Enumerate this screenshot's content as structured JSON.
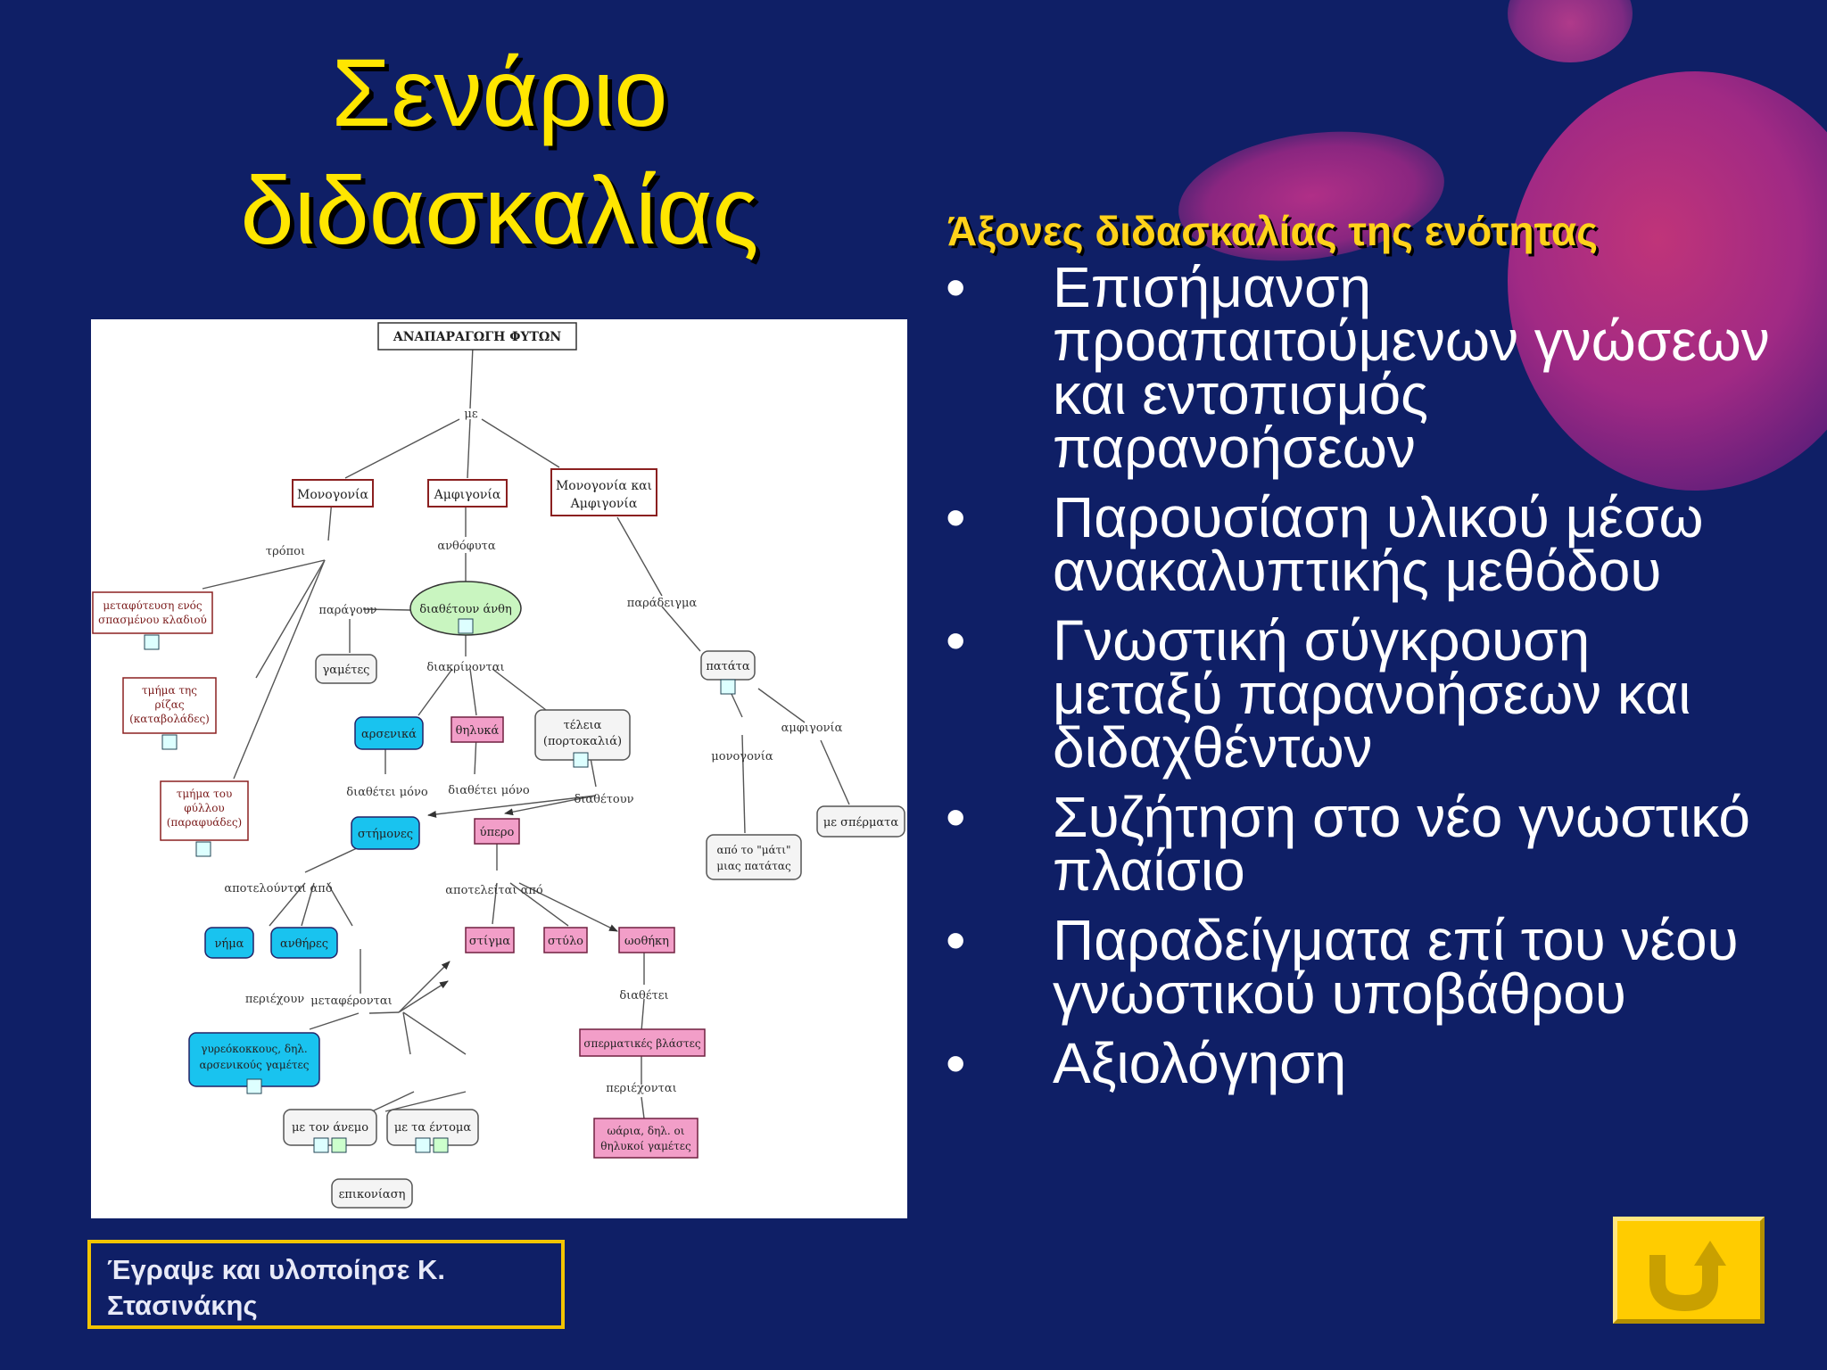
{
  "slide": {
    "title_line1": "Σενάριο",
    "title_line2": "διδασκαλίας",
    "subtitle": "Άξονες διδασκαλίας της ενότητας",
    "bullets": [
      "Επισήμανση προαπαιτούμενων γνώσεων και εντοπισμός παρανοήσεων",
      "Παρουσίαση υλικού μέσω ανακαλυπτικής μεθόδου",
      "Γνωστική σύγκρουση μεταξύ παρανοήσεων και διδαχθέντων",
      "Συζήτηση στο νέο γνωστικό πλαίσιο",
      "Παραδείγματα επί του νέου γνωστικού υποβάθρου",
      "Αξιολόγηση"
    ],
    "author_line1": "Έγραψε και υλοποίησε Κ.",
    "author_line2": "Στασινάκης",
    "bullet_glyph": "•",
    "home_icon": "u-turn-arrow-icon",
    "colors": {
      "background": "#0f1f66",
      "title": "#ffe600",
      "subtitle": "#ffd21a",
      "button": "#ffcc00"
    }
  },
  "concept_map": {
    "root": "ΑΝΑΠΑΡΑΓΩΓΗ ΦΥΤΩΝ",
    "nodes": {
      "monogonia": "Μονογονία",
      "amfigonia": "Αμφιγονία",
      "mono_amfi": [
        "Μονογονία και",
        "Αμφιγονία"
      ],
      "metafyteusi": [
        "μεταφύτευση ενός",
        "σπασμένου κλαδιού"
      ],
      "tmima_rizas": [
        "τμήμα της",
        "ρίζας",
        "(καταβολάδες)"
      ],
      "tmima_fyllou": [
        "τμήμα του",
        "φύλλου",
        "(παραφυάδες)"
      ],
      "anthi": "διαθέτουν άνθη",
      "gametes": "γαμέτες",
      "arsenika": "αρσενικά",
      "thylika": "θηλυκά",
      "teleia": [
        "τέλεια",
        "(πορτοκαλιά)"
      ],
      "stimones": "στήμονες",
      "ypero": "ύπερο",
      "nima": "νήμα",
      "anthires": "ανθήρες",
      "stigma": "στίγμα",
      "stylo": "στύλο",
      "oothiki": "ωοθήκη",
      "gyreokokkous": [
        "γυρεόκοκκους, δηλ.",
        "αρσενικούς γαμέτες"
      ],
      "anemo": "με τον άνεμο",
      "entoma": "με τα έντομα",
      "epikonisi": "επικονίαση",
      "spermatikes": "σπερματικές βλάστες",
      "oaria": [
        "ωάρια, δηλ. οι",
        "θηλυκοί γαμέτες"
      ],
      "patata": "πατάτα",
      "mati": [
        "από το \"μάτι\"",
        "μιας πατάτας"
      ],
      "spermata": "με σπέρματα"
    },
    "links": {
      "me": "με",
      "tropoi": "τρόποι",
      "anthofyta": "ανθόφυτα",
      "paradeigma": "παράδειγμα",
      "paragoun": "παράγουν",
      "diakrinontai": "διακρίνονται",
      "diathetei_mono1": "διαθέτει μόνο",
      "diathetei_mono2": "διαθέτει μόνο",
      "diathetoun": "διαθέτουν",
      "apoteloyntai": "αποτελούνται από",
      "apoteleitai": "αποτελείται από",
      "periexoun": "περιέχουν",
      "metaferontai": "μεταφέρονται",
      "diathetei": "διαθέτει",
      "periexontai": "περιέχονται",
      "monogonia_l": "μονογονία",
      "amfigonia_l": "αμφιγονία"
    }
  }
}
